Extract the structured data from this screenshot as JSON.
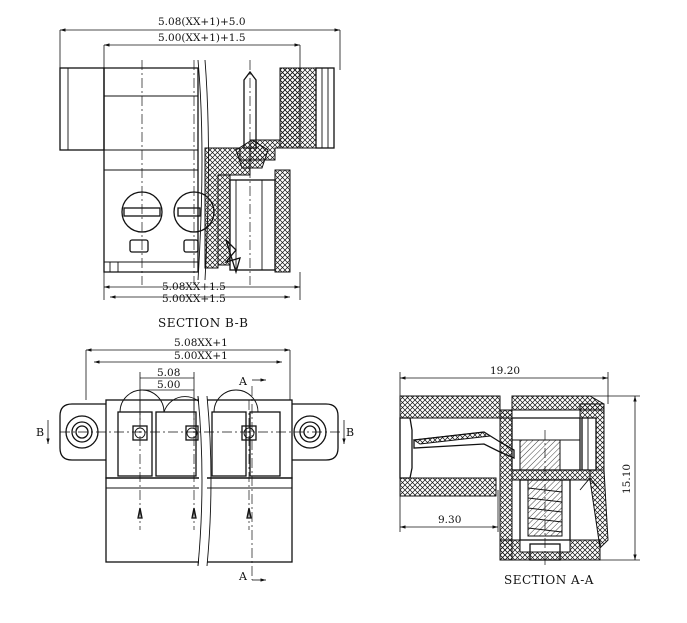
{
  "section_bb": {
    "dim_top_1": "5.08(XX+1)+5.0",
    "dim_top_2": "5.00(XX+1)+1.5",
    "dim_bottom_1": "5.08XX+1.5",
    "dim_bottom_2": "5.00XX+1.5",
    "title": "SECTION B-B"
  },
  "plan_view": {
    "dim_top_1": "5.08XX+1",
    "dim_top_2": "5.00XX+1",
    "pitch_1": "5.08",
    "pitch_2": "5.00",
    "label_a_top": "A",
    "label_a_bottom": "A",
    "label_b_left": "B",
    "label_b_right": "B"
  },
  "section_aa": {
    "dim_width": "19.20",
    "dim_height": "15.10",
    "dim_pin": "9.30",
    "title": "SECTION A-A"
  }
}
